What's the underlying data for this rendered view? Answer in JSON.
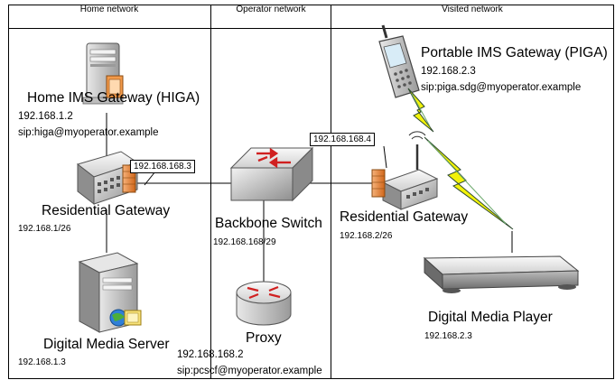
{
  "regions": {
    "home": "Home network",
    "operator": "Operator network",
    "visited": "Visited network"
  },
  "higa": {
    "name": "Home IMS Gateway (HIGA)",
    "ip": "192.168.1.2",
    "sip": "sip:higa@myoperator.example"
  },
  "home_gateway": {
    "name": "Residential Gateway",
    "subnet": "192.168.1/26",
    "link_ip": "192.168.168.3"
  },
  "media_server": {
    "name": "Digital Media Server",
    "ip": "192.168.1.3"
  },
  "backbone": {
    "name": "Backbone Switch",
    "subnet": "192.168.168/29"
  },
  "proxy": {
    "name": "Proxy",
    "ip": "192.168.168.2",
    "sip": "sip:pcscf@myoperator.example"
  },
  "visited_gateway": {
    "name": "Residential Gateway",
    "subnet": "192.168.2/26",
    "link_ip": "192.168.168.4"
  },
  "piga": {
    "name": "Portable IMS Gateway (PIGA)",
    "ip": "192.168.2.3",
    "sip": "sip:piga.sdg@myoperator.example"
  },
  "media_player": {
    "name": "Digital Media Player",
    "ip": "192.168.2.3"
  },
  "colors": {
    "lightning": "#f2f20a",
    "firewall": "#e8832a",
    "device_gray": "#c8c8c8"
  }
}
